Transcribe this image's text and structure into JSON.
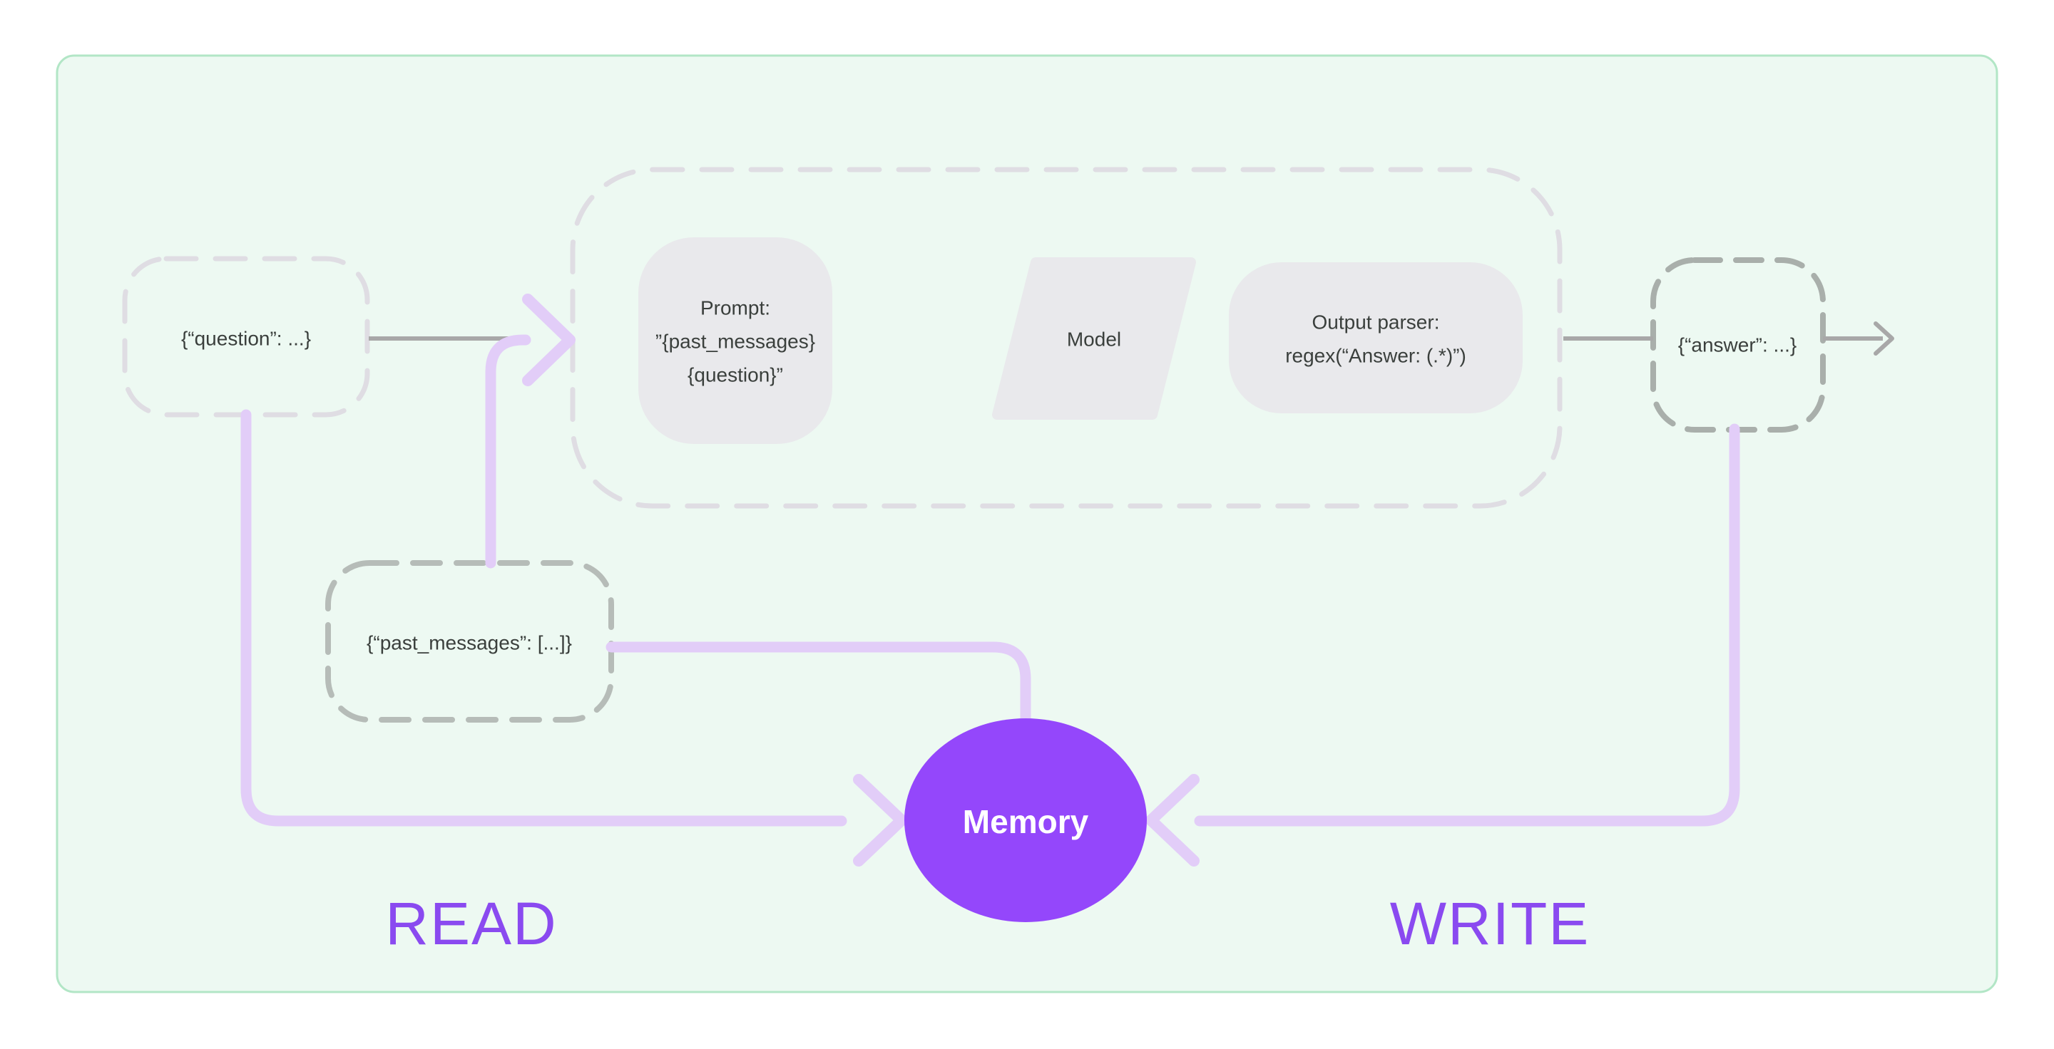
{
  "diagram": {
    "nodes": {
      "question": {
        "label": "{“question”: ...}"
      },
      "chain": {
        "prompt": {
          "line1": "Prompt:",
          "line2": "”{past_messages}",
          "line3": "{question}”"
        },
        "model": {
          "label": "Model"
        },
        "output_parser": {
          "line1": "Output parser:",
          "line2": "regex(“Answer: (.*)”)"
        }
      },
      "answer": {
        "label": "{“answer”: ...}"
      },
      "past_messages": {
        "label": "{“past_messages”: [...]}"
      },
      "memory": {
        "label": "Memory"
      }
    },
    "flow_labels": {
      "read": "READ",
      "write": "WRITE"
    },
    "colors": {
      "panel_bg": "#edf9f2",
      "panel_border": "#b2e6c6",
      "node_fill": "#e9e9ec",
      "dash_light": "#dfdde3",
      "dash_answer": "#a9afab",
      "dash_past": "#b6bcb8",
      "gray_line": "#a8a8a8",
      "lavender": "#e2cdf8",
      "memory_purple": "#9447fb",
      "label_purple": "#8a4af0",
      "text_dark": "#3a3f3c",
      "memory_text": "#ffffff"
    }
  }
}
